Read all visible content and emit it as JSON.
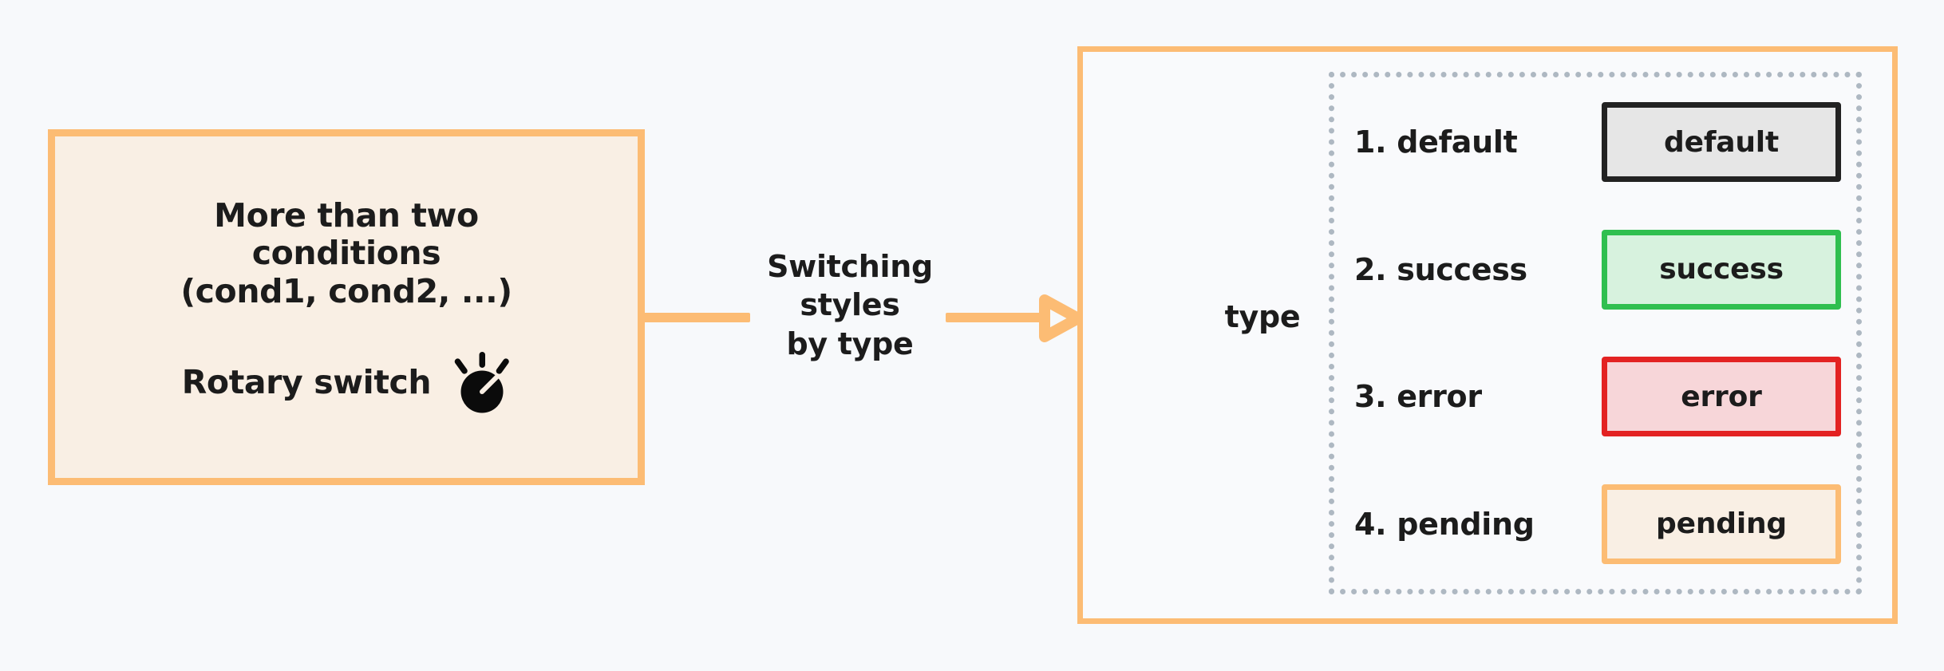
{
  "canvas": {
    "background": "#f7f9fb"
  },
  "left_card": {
    "title": "More than two\nconditions\n(cond1, cond2, ...)",
    "subtitle": "Rotary switch",
    "icon": "rotary-switch-icon",
    "border_color": "#fcbc74",
    "fill_color": "#f9efe4"
  },
  "connector": {
    "label": "Switching\nstyles\nby type",
    "color": "#fcbc74",
    "arrow": "arrow-right-icon"
  },
  "right_panel": {
    "label": "type",
    "border_color": "#fcbc74",
    "inner_border_color": "#aeb8c2",
    "rows": [
      {
        "label": "1. default",
        "badge_text": "default",
        "badge_border": "#222222",
        "badge_fill": "#e6e6e6"
      },
      {
        "label": "2. success",
        "badge_text": "success",
        "badge_border": "#2fbf4f",
        "badge_fill": "#d7f2de"
      },
      {
        "label": "3. error",
        "badge_text": "error",
        "badge_border": "#e32222",
        "badge_fill": "#f7d6d9"
      },
      {
        "label": "4. pending",
        "badge_text": "pending",
        "badge_border": "#fcbc74",
        "badge_fill": "#f9efe4"
      }
    ]
  }
}
